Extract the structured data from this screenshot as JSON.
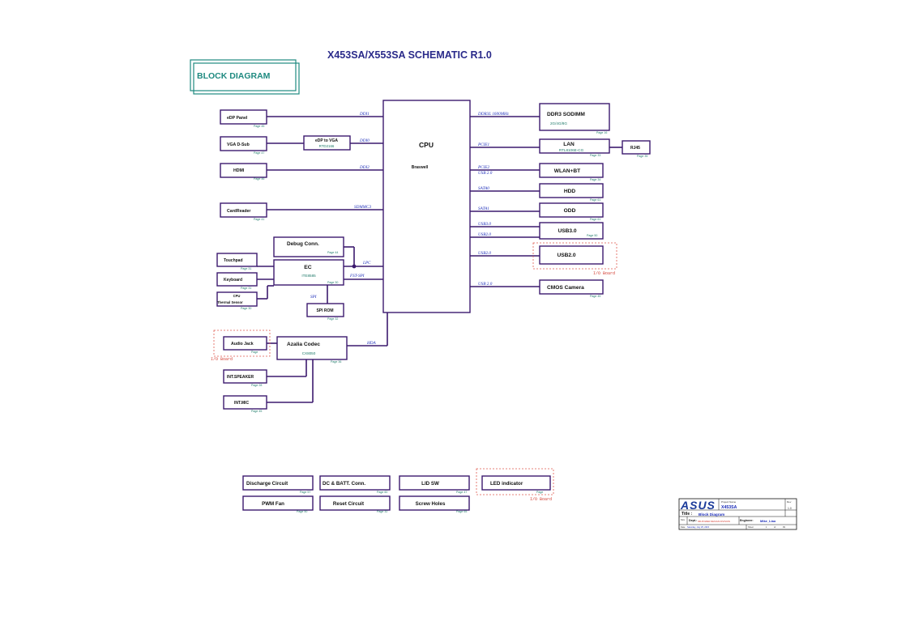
{
  "title": "X453SA/X553SA SCHEMATIC R1.0",
  "section_title": "BLOCK DIAGRAM",
  "cpu": {
    "label": "CPU",
    "sub": "Braswell"
  },
  "left": {
    "edp": {
      "label": "eDP Panel",
      "page": "Page 45",
      "bus": "DDI1"
    },
    "vga": {
      "label": "VGA D-Sub",
      "page": "Page 47"
    },
    "edp_vga": {
      "label": "eDP to VGA",
      "sub": "RTD2166",
      "bus": "DDI0"
    },
    "hdmi": {
      "label": "HDMI",
      "page": "Page 46",
      "bus": "DDI2"
    },
    "card": {
      "label": "CardReader",
      "page": "Page 41",
      "bus": "SDMMC3"
    },
    "debug": {
      "label": "Debug Conn.",
      "page": "Page 44"
    },
    "ec": {
      "label": "EC",
      "sub": "ITE8585",
      "page": "Page 30",
      "bus_lpc": "LPC",
      "bus_spi": "FST-SPI"
    },
    "touchpad": {
      "label": "Touchpad",
      "page": "Page 31"
    },
    "keyboard": {
      "label": "Keyboard",
      "page": "Page 31"
    },
    "thermal": {
      "label_1": "CPU",
      "label_2": "Thermal Sensor",
      "page": "Page 30"
    },
    "spirom": {
      "label": "SPI ROM",
      "page": "Page 32",
      "bus": "SPI"
    },
    "audiojack": {
      "label": "Audio Jack",
      "page": "Page"
    },
    "azalia": {
      "label": "Azalia Codec",
      "sub": "CX8050",
      "page": "Page 36",
      "bus": "HDA"
    },
    "speaker": {
      "label": "INT.SPEAKER",
      "page": "Page 28"
    },
    "mic": {
      "label": "INT.MIC",
      "page": "Page 45"
    }
  },
  "right": {
    "ddr": {
      "label": "DDR3 SODIMM",
      "sub": "2G/4G/8G",
      "page": "Page 16",
      "bus": "DDR3L 1600MHz"
    },
    "lan": {
      "label": "LAN",
      "sub": "RTL8106E-CG",
      "page": "Page 33",
      "bus": "PCIE1"
    },
    "rj45": {
      "label": "RJ45",
      "page": "Page 35"
    },
    "wlan": {
      "label": "WLAN+BT",
      "page": "Page 34",
      "bus_1": "PCIE2",
      "bus_2": "USB 2.0"
    },
    "hdd": {
      "label": "HDD",
      "page": "Page 61",
      "bus": "SATA0"
    },
    "odd": {
      "label": "ODD",
      "page": "Page 61",
      "bus": "SATA1"
    },
    "usb3": {
      "label": "USB3.0",
      "page": "Page 50",
      "bus_1": "USB3.0",
      "bus_2": "USB2.0"
    },
    "usb2": {
      "label": "USB2.0",
      "bus": "USB2.0"
    },
    "cmos": {
      "label": "CMOS Camera",
      "page": "Page 45",
      "bus": "USB 2.0"
    }
  },
  "io_board": "I/O Board",
  "bottom": {
    "discharge": {
      "label": "Discharge Circuit",
      "page": "Page 57"
    },
    "dc": {
      "label": "DC & BATT. Conn.",
      "page": "Page 60"
    },
    "lid": {
      "label": "LID SW",
      "page": "Page 47"
    },
    "led": {
      "label": "LED indicator",
      "page": "Page"
    },
    "pwm": {
      "label": "PWM Fan",
      "page": "Page 50"
    },
    "reset": {
      "label": "Reset Circuit",
      "page": "Page 32"
    },
    "screw": {
      "label": "Screw Holes",
      "page": "Page 65"
    }
  },
  "title_block": {
    "logo": "ASUS",
    "project_name_label": "Project Name",
    "project": "X453SA",
    "rev_label": "Rev",
    "rev_value": "1.0",
    "title_label": "Title :",
    "title": "Block Diagram",
    "size_label": "Size",
    "dept_label": "Dept.:",
    "dept": "NB-POWER DESIGN DIVISION",
    "engineer_label": "Engineer:",
    "engineer": "Mike_Liao",
    "date_label": "Date",
    "date": "Saturday, July 25, 2015",
    "sheet_label": "Sheet",
    "sheet_num": "1",
    "sheet_of": "of",
    "sheet_total": "99"
  },
  "colors": {
    "box": "#3c1a6e",
    "title": "#2a2a8a",
    "teal": "#1f8a80",
    "signal": "#1a2bb8",
    "io": "#d23b2f"
  }
}
